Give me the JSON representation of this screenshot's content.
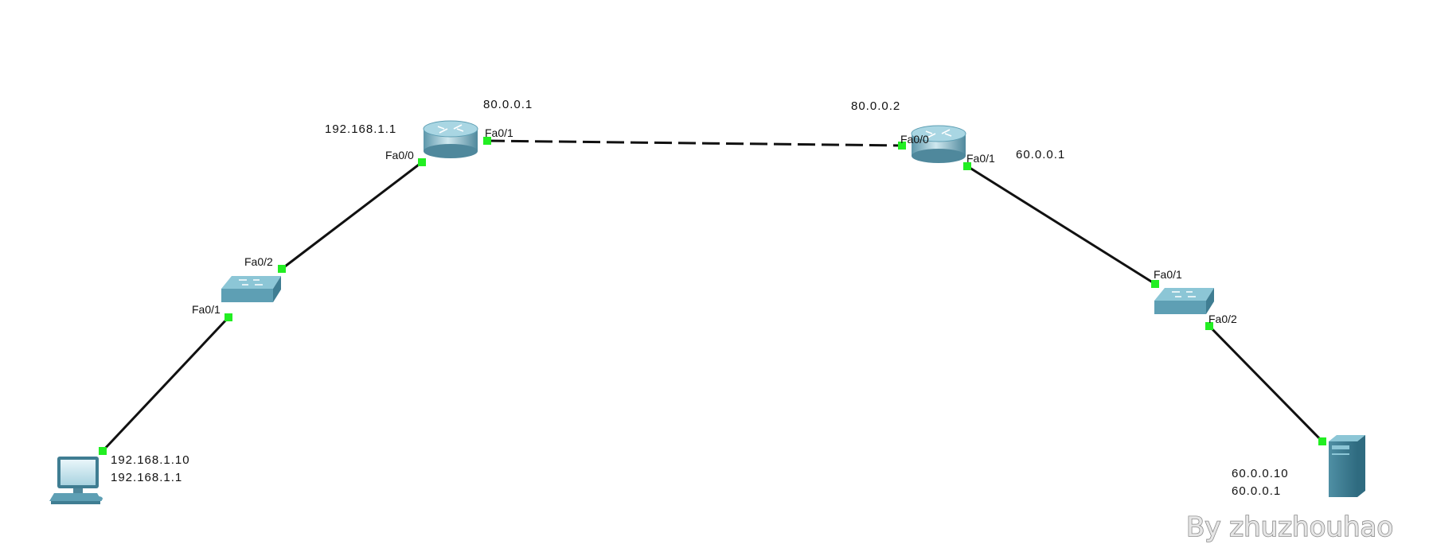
{
  "devices": [
    {
      "id": "pc",
      "kind": "pc",
      "icon": "pc-icon",
      "ip": "192.168.1.10",
      "gateway": "192.168.1.1"
    },
    {
      "id": "switch0",
      "kind": "switch",
      "icon": "switch-icon"
    },
    {
      "id": "router0",
      "kind": "router",
      "icon": "router-icon",
      "ip_lan": "192.168.1.1",
      "ip_wan": "80.0.0.1"
    },
    {
      "id": "router1",
      "kind": "router",
      "icon": "router-icon",
      "ip_wan": "80.0.0.2",
      "ip_lan": "60.0.0.1"
    },
    {
      "id": "switch1",
      "kind": "switch",
      "icon": "switch-icon"
    },
    {
      "id": "server",
      "kind": "server",
      "icon": "server-icon",
      "ip": "60.0.0.10",
      "gateway": "60.0.0.1"
    }
  ],
  "links": [
    {
      "from": "pc",
      "to": "switch0",
      "to_port": "Fa0/1",
      "style": "solid"
    },
    {
      "from": "switch0",
      "from_port": "Fa0/2",
      "to": "router0",
      "to_port": "Fa0/0",
      "style": "solid"
    },
    {
      "from": "router0",
      "from_port": "Fa0/1",
      "to": "router1",
      "to_port": "Fa0/0",
      "style": "dashed"
    },
    {
      "from": "router1",
      "from_port": "Fa0/1",
      "to": "switch1",
      "to_port": "Fa0/1",
      "style": "solid"
    },
    {
      "from": "switch1",
      "from_port": "Fa0/2",
      "to": "server",
      "style": "solid"
    }
  ],
  "colors": {
    "link": "#111111",
    "port_dot": "#22ee22",
    "device_body": "#5e9fb4",
    "device_top": "#8cc6d6",
    "device_dark": "#3f7d92"
  },
  "watermark": "By zhuzhouhao"
}
